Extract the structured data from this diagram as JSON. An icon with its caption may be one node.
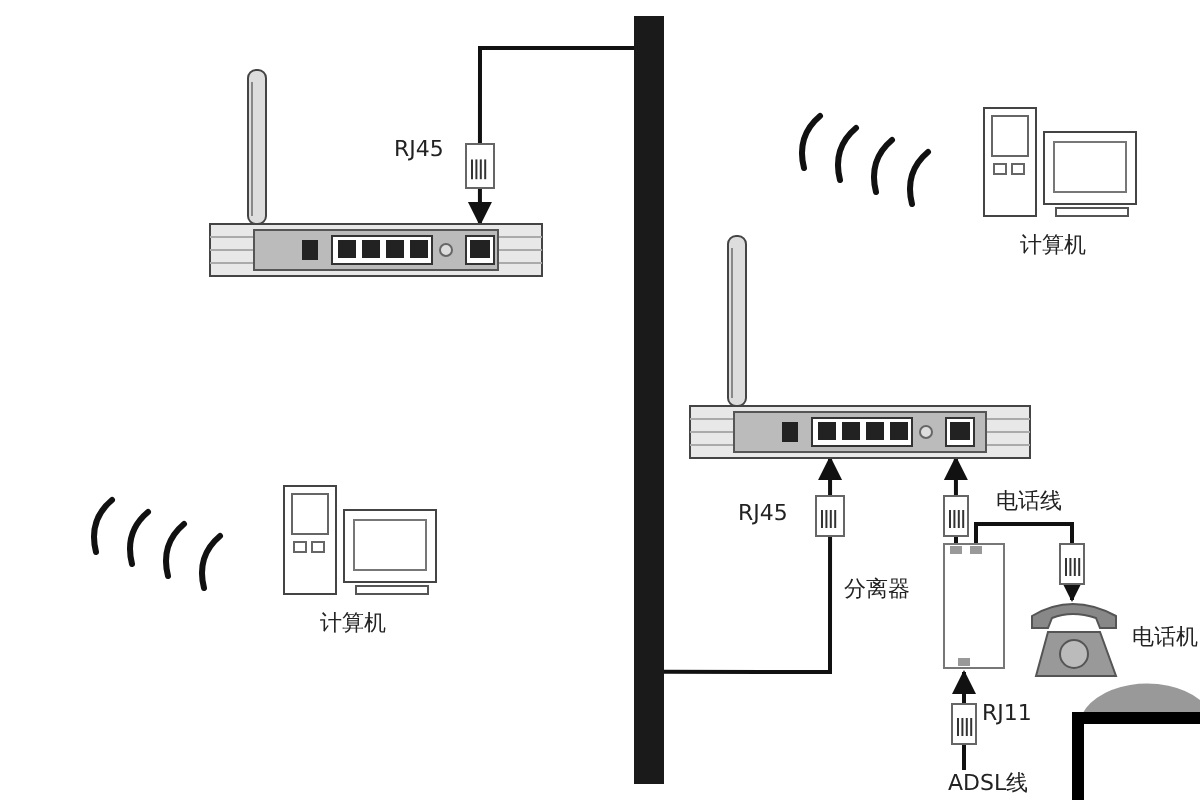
{
  "diagram": {
    "nodes": [
      {
        "text": [],
        "shape": "picture"
      },
      {
        "text": [],
        "shape": "bar"
      },
      {
        "text": [
          "计算机"
        ]
      },
      {
        "text": [
          "计算机"
        ]
      },
      {
        "text": [],
        "shape": "picture"
      },
      {
        "text": [
          "分离器"
        ]
      },
      {
        "text": [
          "电话机"
        ]
      },
      {
        "text": [
          "ADSL线"
        ]
      }
    ],
    "edges": [
      {
        "from": 1,
        "to": 0,
        "arrow": "to",
        "label": "RJ45"
      },
      {
        "from": 1,
        "to": 4,
        "arrow": "to",
        "label": "RJ45"
      },
      {
        "from": 5,
        "to": 4,
        "arrow": "to"
      },
      {
        "from": 5,
        "to": 6,
        "arrow": "to",
        "label": "电话线"
      },
      {
        "from": 7,
        "to": 5,
        "arrow": "to",
        "label": "RJ11"
      }
    ]
  }
}
